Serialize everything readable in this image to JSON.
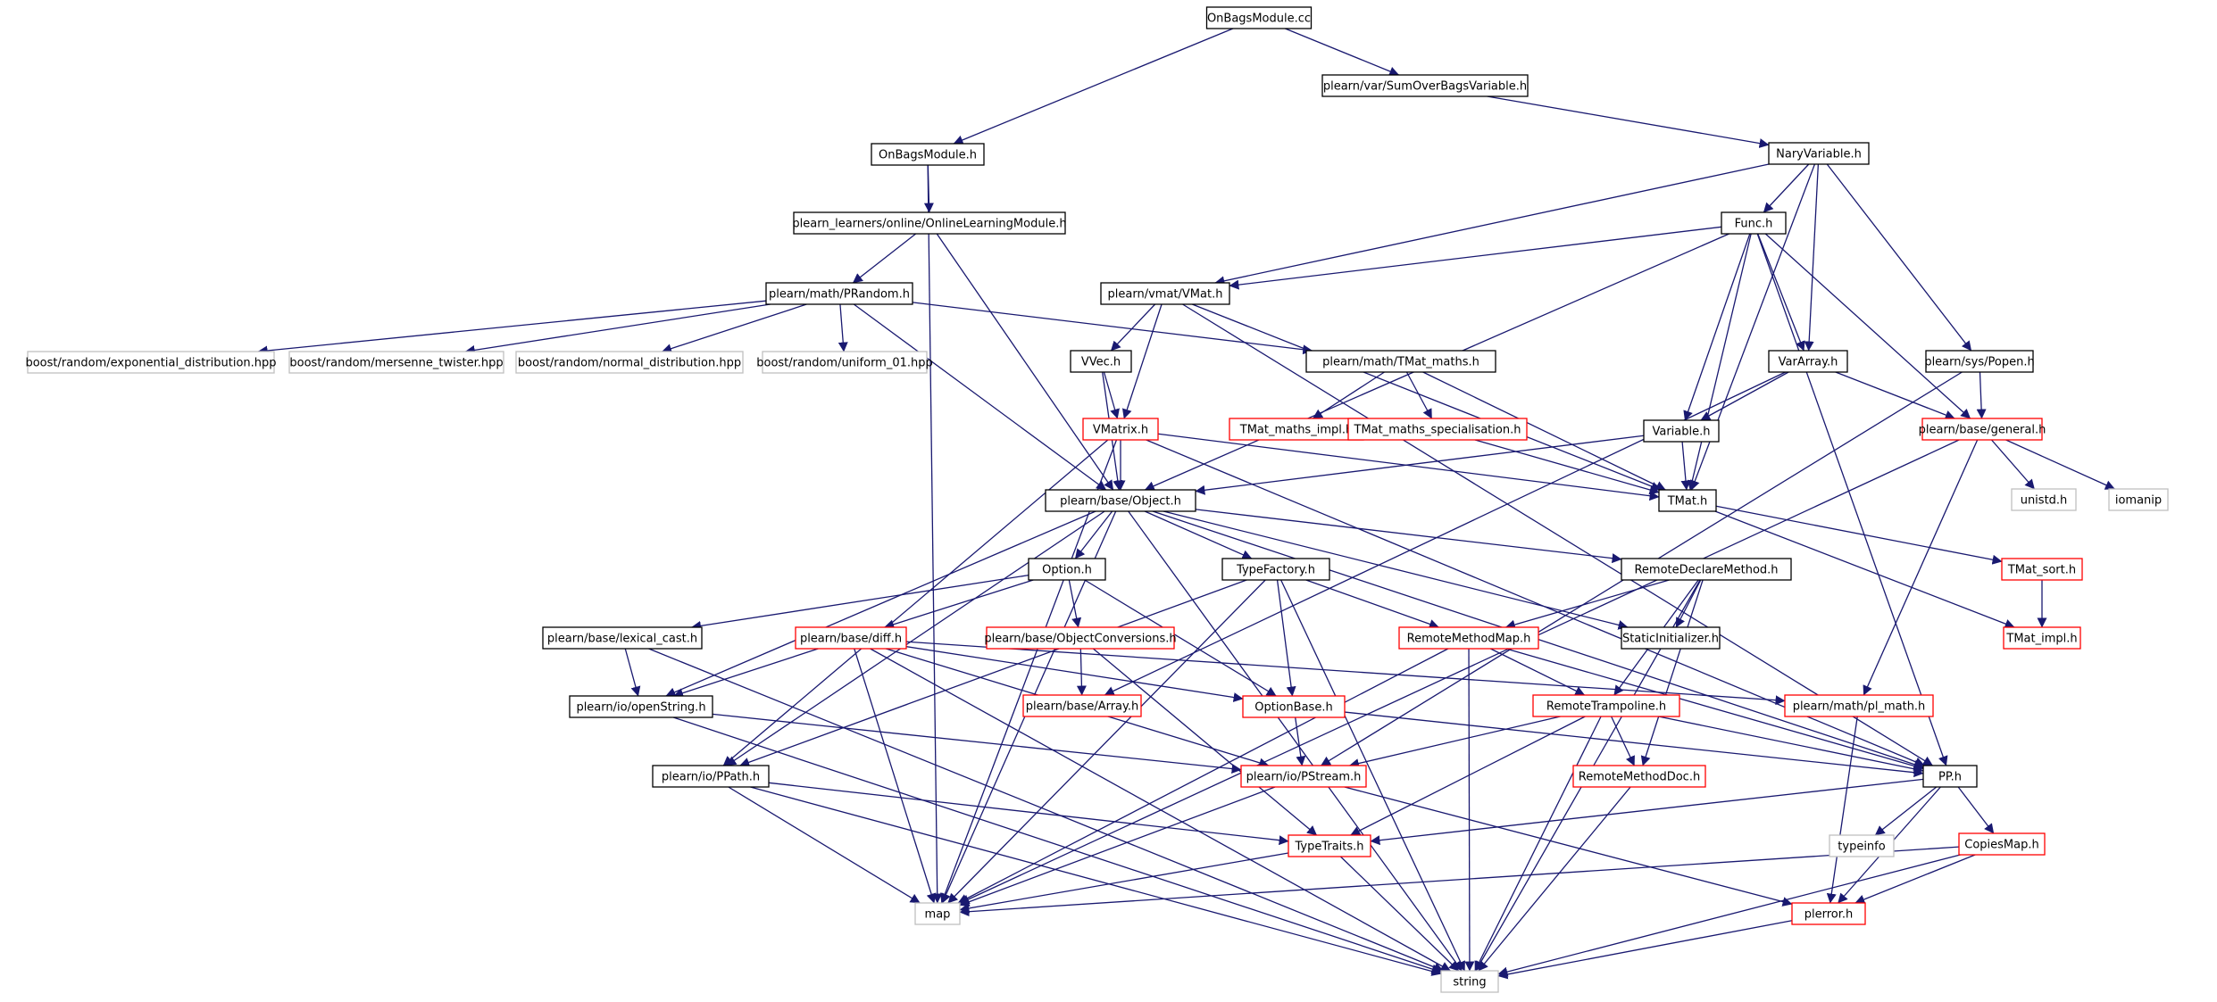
{
  "graph": {
    "root": "OnBagsModule.cc",
    "colors": {
      "edge": "#191970",
      "normal_border": "#000000",
      "truncated_border": "#ff0000",
      "system_border": "#bfbfbf",
      "system_text": "#7f7f7f",
      "root_fill": "#bfbfbf",
      "text": "#000000"
    },
    "node_kinds_legend": {
      "root": "file being documented (gray filled)",
      "normal": "included file (black border)",
      "truncated": "included file with hidden includes (red border)",
      "system": "system header (gray border, gray text)"
    },
    "nodes": [
      {
        "id": "n0",
        "label": "OnBagsModule.cc",
        "kind": "root"
      },
      {
        "id": "n1",
        "label": "OnBagsModule.h",
        "kind": "normal"
      },
      {
        "id": "n2",
        "label": "plearn/var/SumOverBagsVariable.h",
        "kind": "normal"
      },
      {
        "id": "n3",
        "label": "NaryVariable.h",
        "kind": "normal"
      },
      {
        "id": "n4",
        "label": "plearn_learners/online/OnlineLearningModule.h",
        "kind": "normal"
      },
      {
        "id": "n5",
        "label": "Func.h",
        "kind": "normal"
      },
      {
        "id": "n6",
        "label": "plearn/math/PRandom.h",
        "kind": "normal"
      },
      {
        "id": "n7",
        "label": "plearn/vmat/VMat.h",
        "kind": "normal"
      },
      {
        "id": "n8",
        "label": "boost/random/exponential_distribution.hpp",
        "kind": "system"
      },
      {
        "id": "n9",
        "label": "boost/random/mersenne_twister.hpp",
        "kind": "system"
      },
      {
        "id": "n10",
        "label": "boost/random/normal_distribution.hpp",
        "kind": "system"
      },
      {
        "id": "n11",
        "label": "boost/random/uniform_01.hpp",
        "kind": "system"
      },
      {
        "id": "n12",
        "label": "VVec.h",
        "kind": "normal"
      },
      {
        "id": "n13",
        "label": "plearn/math/TMat_maths.h",
        "kind": "normal"
      },
      {
        "id": "n14",
        "label": "VarArray.h",
        "kind": "normal"
      },
      {
        "id": "n15",
        "label": "plearn/sys/Popen.h",
        "kind": "normal"
      },
      {
        "id": "n16",
        "label": "VMatrix.h",
        "kind": "truncated"
      },
      {
        "id": "n17",
        "label": "TMat_maths_impl.h",
        "kind": "truncated"
      },
      {
        "id": "n18",
        "label": "TMat_maths_specialisation.h",
        "kind": "truncated"
      },
      {
        "id": "n19",
        "label": "Variable.h",
        "kind": "normal"
      },
      {
        "id": "n20",
        "label": "plearn/base/general.h",
        "kind": "truncated"
      },
      {
        "id": "n21",
        "label": "plearn/base/Object.h",
        "kind": "normal"
      },
      {
        "id": "n22",
        "label": "TMat.h",
        "kind": "normal"
      },
      {
        "id": "n23",
        "label": "unistd.h",
        "kind": "system"
      },
      {
        "id": "n24",
        "label": "iomanip",
        "kind": "system"
      },
      {
        "id": "n25",
        "label": "Option.h",
        "kind": "normal"
      },
      {
        "id": "n26",
        "label": "TypeFactory.h",
        "kind": "normal"
      },
      {
        "id": "n27",
        "label": "RemoteDeclareMethod.h",
        "kind": "normal"
      },
      {
        "id": "n28",
        "label": "TMat_sort.h",
        "kind": "truncated"
      },
      {
        "id": "n29",
        "label": "plearn/base/lexical_cast.h",
        "kind": "normal"
      },
      {
        "id": "n30",
        "label": "plearn/base/diff.h",
        "kind": "truncated"
      },
      {
        "id": "n31",
        "label": "plearn/base/ObjectConversions.h",
        "kind": "truncated"
      },
      {
        "id": "n32",
        "label": "RemoteMethodMap.h",
        "kind": "truncated"
      },
      {
        "id": "n33",
        "label": "StaticInitializer.h",
        "kind": "normal"
      },
      {
        "id": "n34",
        "label": "TMat_impl.h",
        "kind": "truncated"
      },
      {
        "id": "n35",
        "label": "plearn/io/openString.h",
        "kind": "normal"
      },
      {
        "id": "n36",
        "label": "plearn/base/Array.h",
        "kind": "truncated"
      },
      {
        "id": "n37",
        "label": "OptionBase.h",
        "kind": "truncated"
      },
      {
        "id": "n38",
        "label": "RemoteTrampoline.h",
        "kind": "truncated"
      },
      {
        "id": "n39",
        "label": "plearn/math/pl_math.h",
        "kind": "truncated"
      },
      {
        "id": "n40",
        "label": "plearn/io/PPath.h",
        "kind": "normal"
      },
      {
        "id": "n41",
        "label": "plearn/io/PStream.h",
        "kind": "truncated"
      },
      {
        "id": "n42",
        "label": "RemoteMethodDoc.h",
        "kind": "truncated"
      },
      {
        "id": "n43",
        "label": "PP.h",
        "kind": "normal"
      },
      {
        "id": "n44",
        "label": "TypeTraits.h",
        "kind": "truncated"
      },
      {
        "id": "n45",
        "label": "typeinfo",
        "kind": "system"
      },
      {
        "id": "n46",
        "label": "CopiesMap.h",
        "kind": "truncated"
      },
      {
        "id": "n47",
        "label": "map",
        "kind": "system"
      },
      {
        "id": "n48",
        "label": "plerror.h",
        "kind": "truncated"
      },
      {
        "id": "n49",
        "label": "string",
        "kind": "system"
      }
    ],
    "edges": [
      [
        "n0",
        "n1"
      ],
      [
        "n0",
        "n2"
      ],
      [
        "n1",
        "n4"
      ],
      [
        "n1",
        "n47"
      ],
      [
        "n2",
        "n3"
      ],
      [
        "n3",
        "n5"
      ],
      [
        "n3",
        "n7"
      ],
      [
        "n3",
        "n14"
      ],
      [
        "n3",
        "n15"
      ],
      [
        "n3",
        "n22"
      ],
      [
        "n4",
        "n6"
      ],
      [
        "n4",
        "n21"
      ],
      [
        "n5",
        "n7"
      ],
      [
        "n5",
        "n14"
      ],
      [
        "n5",
        "n19"
      ],
      [
        "n5",
        "n20"
      ],
      [
        "n5",
        "n21"
      ],
      [
        "n5",
        "n22"
      ],
      [
        "n5",
        "n43"
      ],
      [
        "n6",
        "n8"
      ],
      [
        "n6",
        "n9"
      ],
      [
        "n6",
        "n10"
      ],
      [
        "n6",
        "n11"
      ],
      [
        "n6",
        "n13"
      ],
      [
        "n6",
        "n21"
      ],
      [
        "n7",
        "n12"
      ],
      [
        "n7",
        "n16"
      ],
      [
        "n7",
        "n22"
      ],
      [
        "n7",
        "n43"
      ],
      [
        "n12",
        "n16"
      ],
      [
        "n12",
        "n21"
      ],
      [
        "n13",
        "n17"
      ],
      [
        "n13",
        "n18"
      ],
      [
        "n13",
        "n22"
      ],
      [
        "n14",
        "n19"
      ],
      [
        "n14",
        "n20"
      ],
      [
        "n14",
        "n36"
      ],
      [
        "n15",
        "n20"
      ],
      [
        "n15",
        "n41"
      ],
      [
        "n16",
        "n21"
      ],
      [
        "n16",
        "n22"
      ],
      [
        "n16",
        "n43"
      ],
      [
        "n16",
        "n40"
      ],
      [
        "n16",
        "n47"
      ],
      [
        "n18",
        "n22"
      ],
      [
        "n19",
        "n21"
      ],
      [
        "n19",
        "n22"
      ],
      [
        "n20",
        "n23"
      ],
      [
        "n20",
        "n24"
      ],
      [
        "n20",
        "n39"
      ],
      [
        "n20",
        "n47"
      ],
      [
        "n21",
        "n25"
      ],
      [
        "n21",
        "n26"
      ],
      [
        "n21",
        "n27"
      ],
      [
        "n21",
        "n33"
      ],
      [
        "n21",
        "n43"
      ],
      [
        "n21",
        "n35"
      ],
      [
        "n21",
        "n40"
      ],
      [
        "n21",
        "n47"
      ],
      [
        "n21",
        "n49"
      ],
      [
        "n22",
        "n28"
      ],
      [
        "n22",
        "n34"
      ],
      [
        "n25",
        "n29"
      ],
      [
        "n25",
        "n30"
      ],
      [
        "n25",
        "n31"
      ],
      [
        "n25",
        "n37"
      ],
      [
        "n26",
        "n32"
      ],
      [
        "n26",
        "n37"
      ],
      [
        "n26",
        "n40"
      ],
      [
        "n26",
        "n47"
      ],
      [
        "n26",
        "n49"
      ],
      [
        "n27",
        "n32"
      ],
      [
        "n27",
        "n33"
      ],
      [
        "n27",
        "n38"
      ],
      [
        "n27",
        "n42"
      ],
      [
        "n27",
        "n49"
      ],
      [
        "n28",
        "n34"
      ],
      [
        "n29",
        "n35"
      ],
      [
        "n29",
        "n49"
      ],
      [
        "n30",
        "n35"
      ],
      [
        "n30",
        "n37"
      ],
      [
        "n30",
        "n39"
      ],
      [
        "n30",
        "n41"
      ],
      [
        "n30",
        "n47"
      ],
      [
        "n30",
        "n49"
      ],
      [
        "n31",
        "n36"
      ],
      [
        "n31",
        "n44"
      ],
      [
        "n32",
        "n38"
      ],
      [
        "n32",
        "n43"
      ],
      [
        "n32",
        "n47"
      ],
      [
        "n32",
        "n49"
      ],
      [
        "n35",
        "n41"
      ],
      [
        "n35",
        "n49"
      ],
      [
        "n37",
        "n41"
      ],
      [
        "n37",
        "n43"
      ],
      [
        "n38",
        "n41"
      ],
      [
        "n38",
        "n42"
      ],
      [
        "n38",
        "n43"
      ],
      [
        "n38",
        "n44"
      ],
      [
        "n38",
        "n49"
      ],
      [
        "n39",
        "n48"
      ],
      [
        "n40",
        "n44"
      ],
      [
        "n40",
        "n47"
      ],
      [
        "n40",
        "n49"
      ],
      [
        "n41",
        "n47"
      ],
      [
        "n41",
        "n48"
      ],
      [
        "n42",
        "n49"
      ],
      [
        "n43",
        "n44"
      ],
      [
        "n43",
        "n45"
      ],
      [
        "n43",
        "n46"
      ],
      [
        "n43",
        "n48"
      ],
      [
        "n44",
        "n47"
      ],
      [
        "n44",
        "n49"
      ],
      [
        "n46",
        "n47"
      ],
      [
        "n46",
        "n48"
      ],
      [
        "n46",
        "n49"
      ],
      [
        "n48",
        "n49"
      ]
    ]
  }
}
